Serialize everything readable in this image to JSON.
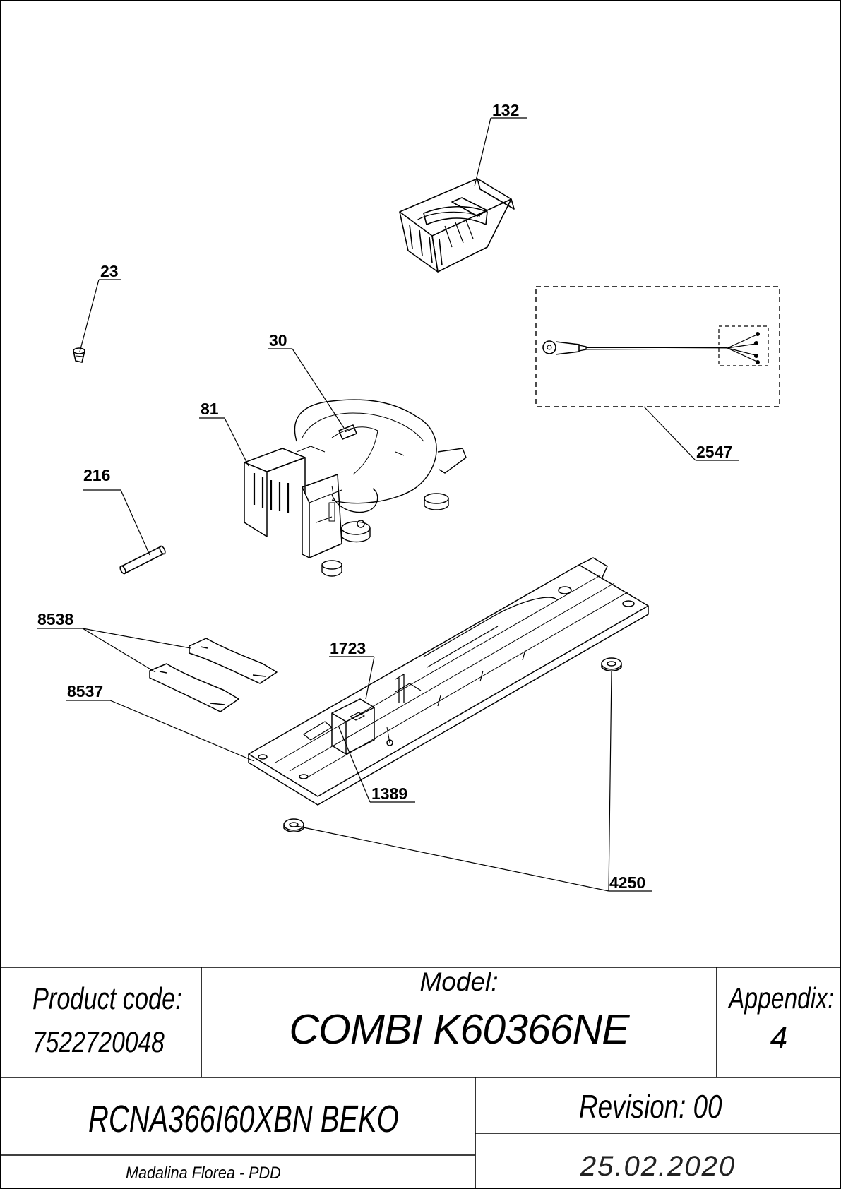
{
  "drawing": {
    "callouts": {
      "c132": "132",
      "c23": "23",
      "c30": "30",
      "c81": "81",
      "c216": "216",
      "c2547": "2547",
      "c8538": "8538",
      "c1723": "1723",
      "c8537": "8537",
      "c1389": "1389",
      "c4250": "4250"
    }
  },
  "title_block": {
    "product_code_label": "Product code:",
    "product_code": "7522720048",
    "model_label": "Model:",
    "model_name": "COMBI K60366NE",
    "appendix_label": "Appendix:",
    "appendix_value": "4",
    "variant": "RCNA366I60XBN BEKO",
    "revision": "Revision: 00",
    "author": "Madalina Florea - PDD",
    "date": "25.02.2020"
  }
}
